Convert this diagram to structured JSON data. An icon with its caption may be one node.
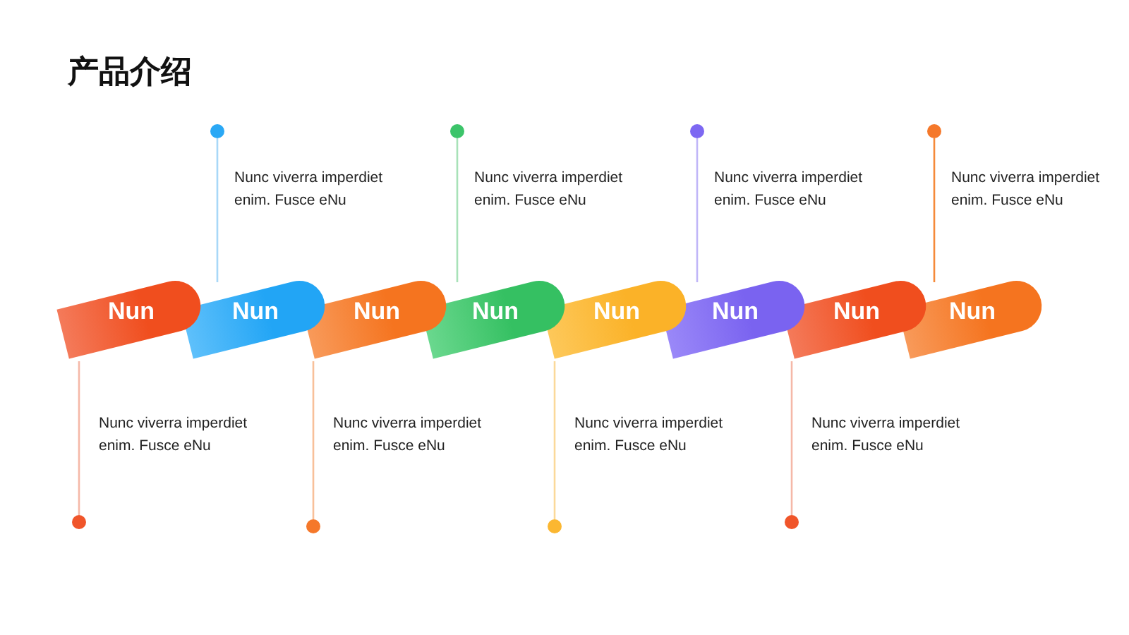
{
  "diagram": {
    "title": "产品介绍",
    "nodes": [
      {
        "text": [
          "Nun"
        ]
      },
      {
        "text": [
          "Nun"
        ]
      },
      {
        "text": [
          "Nun"
        ]
      },
      {
        "text": [
          "Nun"
        ]
      },
      {
        "text": [
          "Nun"
        ]
      },
      {
        "text": [
          "Nun"
        ]
      },
      {
        "text": [
          "Nun"
        ]
      },
      {
        "text": [
          "Nun"
        ]
      },
      {
        "text": [],
        "shape": "circle"
      },
      {
        "text": [],
        "shape": "circle"
      },
      {
        "text": [],
        "shape": "circle"
      },
      {
        "text": [],
        "shape": "circle"
      },
      {
        "text": [],
        "shape": "circle"
      },
      {
        "text": [],
        "shape": "circle"
      },
      {
        "text": [],
        "shape": "circle"
      },
      {
        "text": [],
        "shape": "circle"
      }
    ],
    "edges": [
      {
        "from": 0,
        "to": 8,
        "arrow": "none",
        "color": "#f5b8a8"
      },
      {
        "from": 1,
        "to": 9,
        "arrow": "none",
        "color": "#a8d8f8"
      },
      {
        "from": 2,
        "to": 10,
        "arrow": "none",
        "color": "#f8c09a"
      },
      {
        "from": 3,
        "to": 11,
        "arrow": "none",
        "color": "#a8e2b8"
      },
      {
        "from": 4,
        "to": 12,
        "arrow": "none",
        "color": "#fbd99a"
      },
      {
        "from": 5,
        "to": 13,
        "arrow": "none",
        "color": "#c0b6f8"
      },
      {
        "from": 6,
        "to": 14,
        "arrow": "none",
        "color": "#f5b8a8"
      },
      {
        "from": 7,
        "to": 15,
        "arrow": "none",
        "color": "#f58a3a"
      }
    ],
    "labels": [
      "Nunc viverra imperdiet enim. Fusce eNu",
      "Nunc viverra imperdiet enim. Fusce eNu",
      "Nunc viverra imperdiet enim. Fusce eNu",
      "Nunc viverra imperdiet enim. Fusce eNu",
      "Nunc viverra imperdiet enim. Fusce eNu",
      "Nunc viverra imperdiet enim. Fusce eNu",
      "Nunc viverra imperdiet enim. Fusce eNu",
      "Nunc viverra imperdiet enim. Fusce eNu"
    ]
  }
}
